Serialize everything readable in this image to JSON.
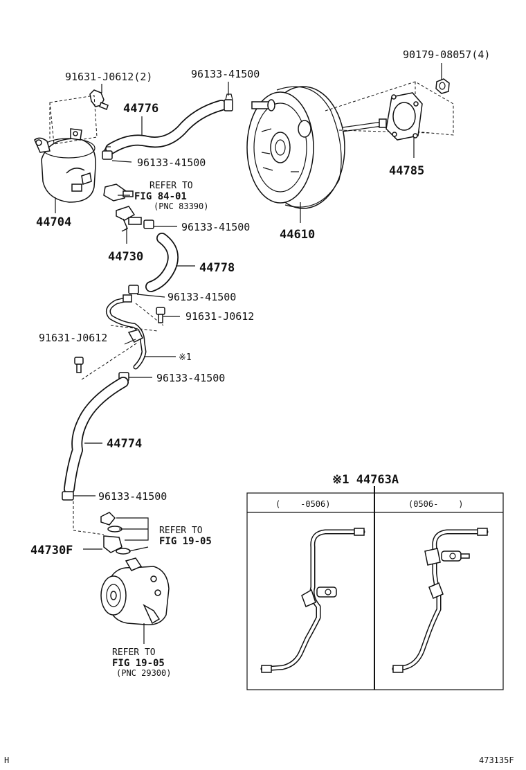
{
  "labels": {
    "p90179": "90179-08057(4)",
    "p91631_top": "91631-J0612(2)",
    "p96133_top": "96133-41500",
    "p44776": "44776",
    "p96133_2": "96133-41500",
    "refer1_line1": "REFER TO",
    "refer1_line2": "FIG 84-01",
    "refer1_line3": "(PNC 83390)",
    "p44785": "44785",
    "p44704": "44704",
    "p96133_3": "96133-41500",
    "p44610": "44610",
    "p44730": "44730",
    "p44778": "44778",
    "p96133_4": "96133-41500",
    "p91631_mid": "91631-J0612",
    "p91631_left": "91631-J0612",
    "mark1": "※1",
    "p96133_5": "96133-41500",
    "p44774": "44774",
    "inset_title": "※1 44763A",
    "inset_col1": "(    -0506)",
    "inset_col2": "(0506-    )",
    "p96133_6": "96133-41500",
    "refer2_line1": "REFER TO",
    "refer2_line2": "FIG 19-05",
    "p44730F": "44730F",
    "refer3_line1": "REFER TO",
    "refer3_line2": "FIG 19-05",
    "refer3_line3": "(PNC 29300)",
    "corner_left": "H",
    "corner_right": "473135F"
  }
}
